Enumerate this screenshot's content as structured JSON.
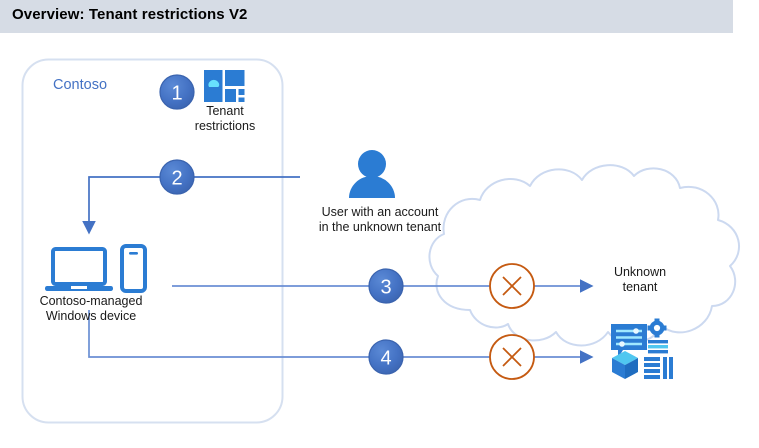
{
  "header": {
    "title": "Overview: Tenant restrictions V2",
    "bar_color": "#d6dce5"
  },
  "colors": {
    "brand_blue": "#4472c4",
    "icon_blue": "#2b7cd3",
    "icon_light_blue": "#50c7f0",
    "deny_orange": "#c55a11",
    "cloud_stroke": "#ccd9f0",
    "box_stroke": "#d6e0f0",
    "connector": "#6b8fd4"
  },
  "boundary": {
    "label": "Contoso",
    "name": "contoso-boundary"
  },
  "steps": [
    {
      "number": "1",
      "name": "step-1"
    },
    {
      "number": "2",
      "name": "step-2"
    },
    {
      "number": "3",
      "name": "step-3"
    },
    {
      "number": "4",
      "name": "step-4"
    }
  ],
  "nodes": {
    "tenant_restrictions": {
      "label_line1": "Tenant",
      "label_line2": "restrictions",
      "icon": "tenant-restrictions-icon"
    },
    "user": {
      "label_line1": "User with an account",
      "label_line2": "in the unknown tenant",
      "icon": "user-icon"
    },
    "device": {
      "label_line1": "Contoso-managed",
      "label_line2": "Windows device",
      "icon": "laptop-and-phone-icon"
    },
    "unknown_tenant": {
      "label_line1": "Unknown",
      "label_line2": "tenant",
      "icon": "cloud-shape"
    },
    "services": {
      "icon": "cloud-services-icon"
    }
  },
  "deny_markers": [
    {
      "name": "deny-marker-3",
      "symbol": "x-circle"
    },
    {
      "name": "deny-marker-4",
      "symbol": "x-circle"
    }
  ]
}
